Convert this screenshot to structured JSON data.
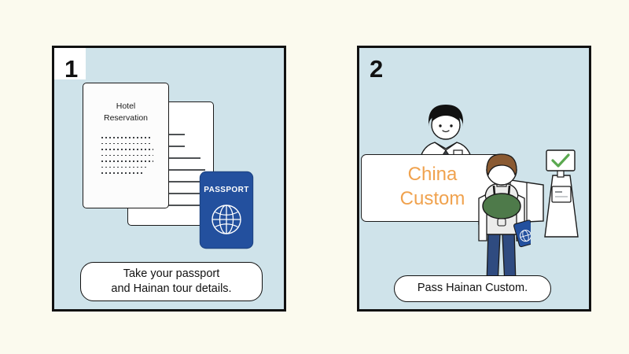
{
  "page": {
    "background_color": "#fbfaee",
    "title": "Hainan entry steps infographic"
  },
  "panels": [
    {
      "number": "1",
      "caption": "Take your passport\nand Hainan tour details.",
      "caption_line1": "Take your passport",
      "caption_line2": "and Hainan tour details.",
      "background_color": "#cfe3ea",
      "border_color": "#111111",
      "artwork": {
        "document_front": {
          "title_line1": "Hotel",
          "title_line2": "Reservation",
          "body_line_count": 7
        },
        "document_back": {
          "rule_count": 7
        },
        "passport": {
          "label": "PASSPORT",
          "cover_color": "#23509e",
          "emblem": "globe-icon"
        }
      }
    },
    {
      "number": "2",
      "caption": "Pass Hainan Custom.",
      "caption_line1": "Pass Hainan Custom.",
      "background_color": "#cfe3ea",
      "border_color": "#111111",
      "artwork": {
        "counter": {
          "sign_line1": "China",
          "sign_line2": "Custom",
          "sign_color": "#f0a24e"
        },
        "officer": {
          "hair_color": "#111111",
          "shirt_color": "#ffffff",
          "tie_color": "#3a3f46",
          "badge": "id-badge-icon"
        },
        "traveler": {
          "hair_color": "#8a5a32",
          "backpack_color": "#4e7a4a",
          "shirt_color": "#e8e8e4",
          "pants_color": "#2f4b80",
          "shoe_color": "#5a3a22",
          "holding": "passport-icon"
        },
        "kiosk": {
          "screen_status": "check-icon",
          "status_color": "#5aa84f"
        },
        "barrier": {
          "segment_count": 4
        }
      }
    }
  ]
}
